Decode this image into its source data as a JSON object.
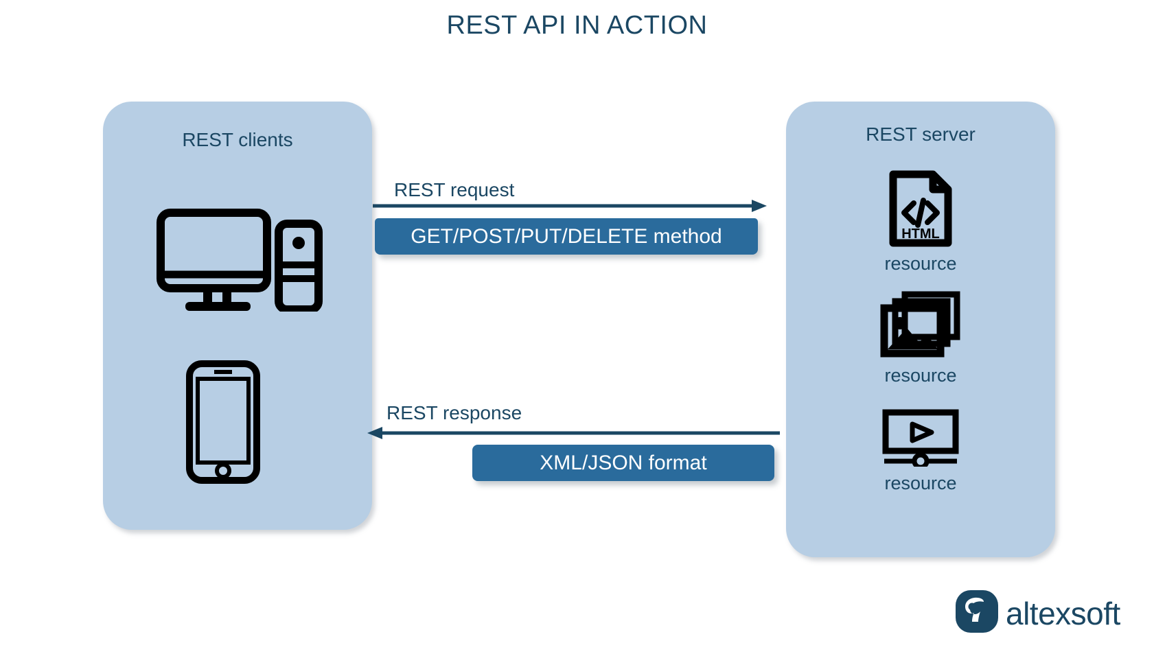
{
  "title": "REST API IN ACTION",
  "colors": {
    "panel_fill": "#b7cee4",
    "navy": "#1b4763",
    "box_blue": "#2a6b9c",
    "icon_black": "#000000",
    "background": "#ffffff"
  },
  "clients": {
    "title": "REST clients",
    "devices": [
      {
        "icon": "desktop-computer-icon"
      },
      {
        "icon": "smartphone-icon"
      }
    ]
  },
  "server": {
    "title": "REST server",
    "resources": [
      {
        "icon": "html-document-icon",
        "label": "resource"
      },
      {
        "icon": "image-stack-icon",
        "label": "resource"
      },
      {
        "icon": "video-player-icon",
        "label": "resource"
      }
    ]
  },
  "flows": [
    {
      "name": "request",
      "label": "REST request",
      "direction": "right",
      "message": "GET/POST/PUT/DELETE method"
    },
    {
      "name": "response",
      "label": "REST response",
      "direction": "left",
      "message": "XML/JSON format"
    }
  ],
  "logo": {
    "mark": "altexsoft-a-mark-icon",
    "text": "altexsoft"
  }
}
